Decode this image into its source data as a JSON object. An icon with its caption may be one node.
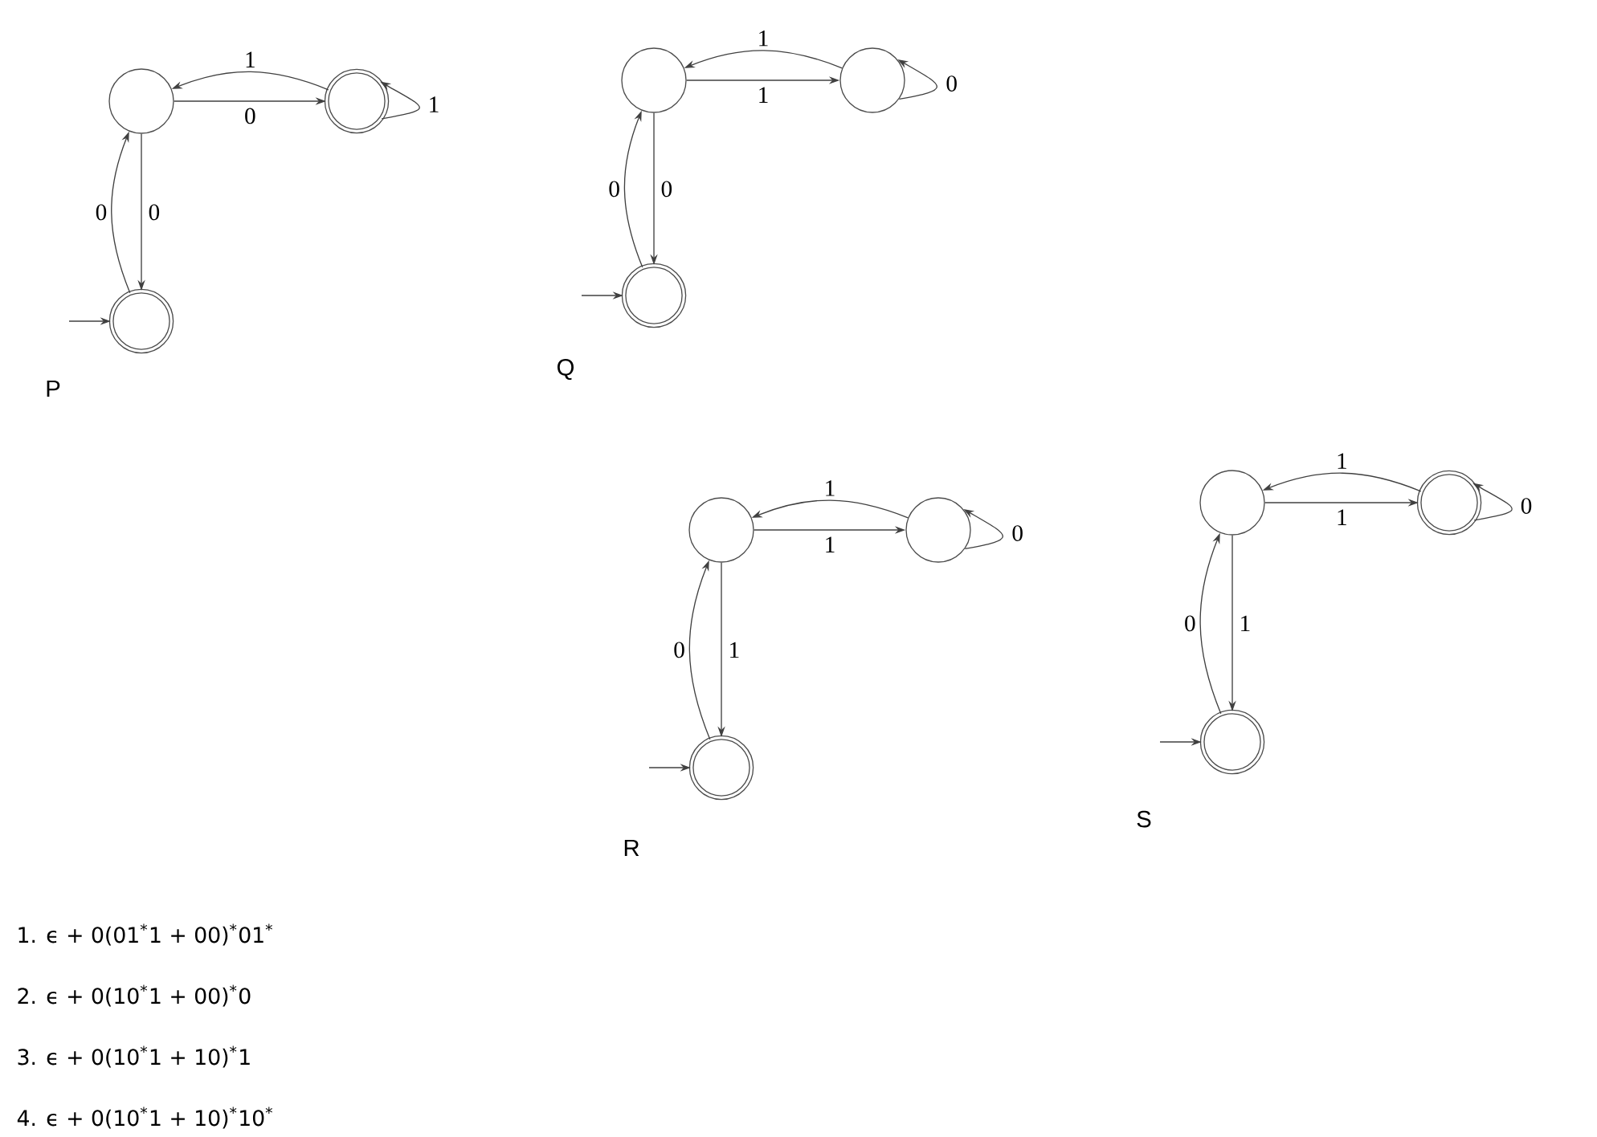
{
  "diagram": {
    "nodes": [
      {
        "text": [],
        "shape": "circle"
      },
      {
        "text": [],
        "shape": "double-circle"
      },
      {
        "text": [],
        "shape": "double-circle"
      },
      {
        "text": [],
        "shape": "circle"
      },
      {
        "text": [],
        "shape": "circle"
      },
      {
        "text": [],
        "shape": "double-circle"
      },
      {
        "text": [],
        "shape": "circle"
      },
      {
        "text": [],
        "shape": "circle"
      },
      {
        "text": [],
        "shape": "double-circle"
      },
      {
        "text": [],
        "shape": "circle"
      },
      {
        "text": [],
        "shape": "double-circle"
      },
      {
        "text": [],
        "shape": "double-circle"
      }
    ],
    "edges": [
      {
        "from": null,
        "to": 2,
        "arrow": "to"
      },
      {
        "from": 0,
        "to": 1,
        "arrow": "to",
        "label": "0"
      },
      {
        "from": 1,
        "to": 0,
        "arrow": "to",
        "label": "1"
      },
      {
        "from": 0,
        "to": 2,
        "arrow": "to",
        "label": "0"
      },
      {
        "from": 2,
        "to": 0,
        "arrow": "to",
        "label": "0"
      },
      {
        "from": 1,
        "to": 1,
        "arrow": "to",
        "label": "1"
      },
      {
        "from": null,
        "to": 5,
        "arrow": "to"
      },
      {
        "from": 3,
        "to": 4,
        "arrow": "to",
        "label": "1"
      },
      {
        "from": 4,
        "to": 3,
        "arrow": "to",
        "label": "1"
      },
      {
        "from": 3,
        "to": 5,
        "arrow": "to",
        "label": "0"
      },
      {
        "from": 5,
        "to": 3,
        "arrow": "to",
        "label": "0"
      },
      {
        "from": 4,
        "to": 4,
        "arrow": "to",
        "label": "0"
      },
      {
        "from": null,
        "to": 8,
        "arrow": "to"
      },
      {
        "from": 6,
        "to": 7,
        "arrow": "to",
        "label": "1"
      },
      {
        "from": 7,
        "to": 6,
        "arrow": "to",
        "label": "1"
      },
      {
        "from": 6,
        "to": 8,
        "arrow": "to",
        "label": "1"
      },
      {
        "from": 8,
        "to": 6,
        "arrow": "to",
        "label": "0"
      },
      {
        "from": 7,
        "to": 7,
        "arrow": "to",
        "label": "0"
      },
      {
        "from": null,
        "to": 11,
        "arrow": "to"
      },
      {
        "from": 9,
        "to": 10,
        "arrow": "to",
        "label": "1"
      },
      {
        "from": 10,
        "to": 9,
        "arrow": "to",
        "label": "1"
      },
      {
        "from": 9,
        "to": 11,
        "arrow": "to",
        "label": "1"
      },
      {
        "from": 11,
        "to": 9,
        "arrow": "to",
        "label": "0"
      },
      {
        "from": 10,
        "to": 10,
        "arrow": "to",
        "label": "0"
      }
    ],
    "labels": [
      "P",
      "Q",
      "R",
      "S",
      "1. ϵ + 0(01$^{*}$1 + 00)$^{*}$01$^{*}$",
      "2. ϵ + 0(10$^{*}$1 + 00)$^{*}$0",
      "3. ϵ + 0(10$^{*}$1 + 10)$^{*}$1",
      "4. ϵ + 0(10$^{*}$1 + 10)$^{*}$10$^{*}$"
    ]
  }
}
